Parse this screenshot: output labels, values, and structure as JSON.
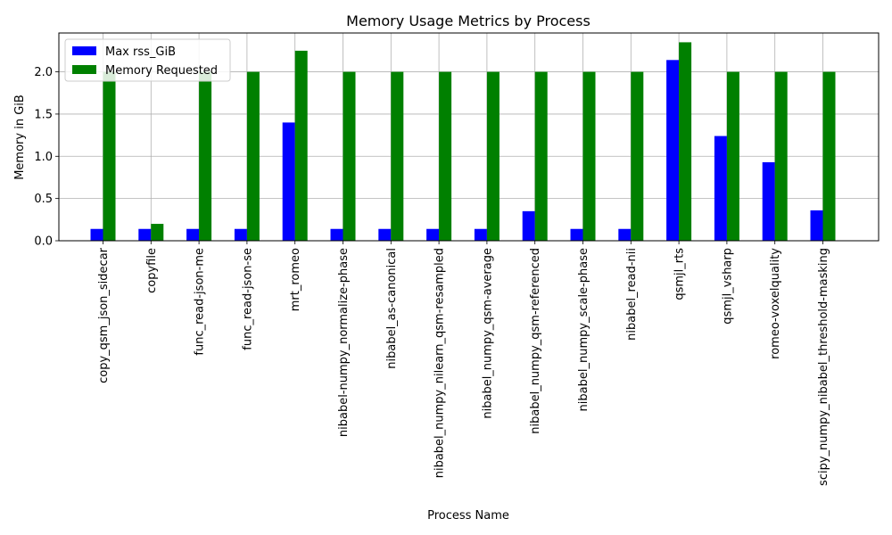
{
  "chart_data": {
    "type": "bar",
    "title": "Memory Usage Metrics by Process",
    "xlabel": "Process Name",
    "ylabel": "Memory in GiB",
    "ylim": [
      0,
      2.46
    ],
    "yticks": [
      "0.0",
      "0.5",
      "1.0",
      "1.5",
      "2.0"
    ],
    "grid": true,
    "legend_position": "top-left",
    "categories": [
      "copy_qsm_json_sidecar",
      "copyfile",
      "func_read-json-me",
      "func_read-json-se",
      "mrt_romeo",
      "nibabel-numpy_normalize-phase",
      "nibabel_as-canonical",
      "nibabel_numpy_nilearn_qsm-resampled",
      "nibabel_numpy_qsm-average",
      "nibabel_numpy_qsm-referenced",
      "nibabel_numpy_scale-phase",
      "nibabel_read-nii",
      "qsmjl_rts",
      "qsmjl_vsharp",
      "romeo-voxelquality",
      "scipy_numpy_nibabel_threshold-masking"
    ],
    "series": [
      {
        "name": "Max rss_GiB",
        "color": "#0000ff",
        "values": [
          0.14,
          0.14,
          0.14,
          0.14,
          1.4,
          0.14,
          0.14,
          0.14,
          0.14,
          0.35,
          0.14,
          0.14,
          2.14,
          1.24,
          0.93,
          0.36
        ]
      },
      {
        "name": "Memory Requested",
        "color": "#008000",
        "values": [
          2.0,
          0.2,
          2.0,
          2.0,
          2.25,
          2.0,
          2.0,
          2.0,
          2.0,
          2.0,
          2.0,
          2.0,
          2.35,
          2.0,
          2.0,
          2.0
        ]
      }
    ]
  }
}
